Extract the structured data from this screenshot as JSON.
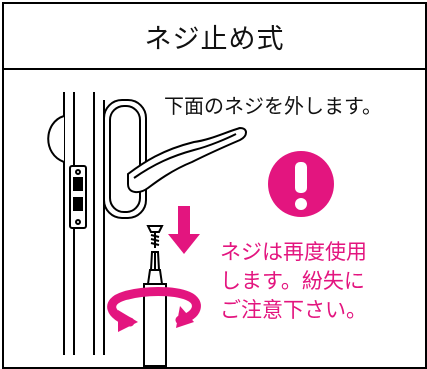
{
  "header": {
    "title": "ネジ止め式"
  },
  "instruction": {
    "text": "下面のネジを外します。"
  },
  "caution": {
    "lines": [
      "ネジは再度使用",
      "します。紛失に",
      "ご注意下さい。"
    ]
  },
  "colors": {
    "accent": "#e3157f",
    "line": "#000000",
    "background": "#ffffff"
  },
  "icons": [
    "exclamation-icon",
    "down-arrow-icon",
    "rotation-arrow-icon"
  ]
}
